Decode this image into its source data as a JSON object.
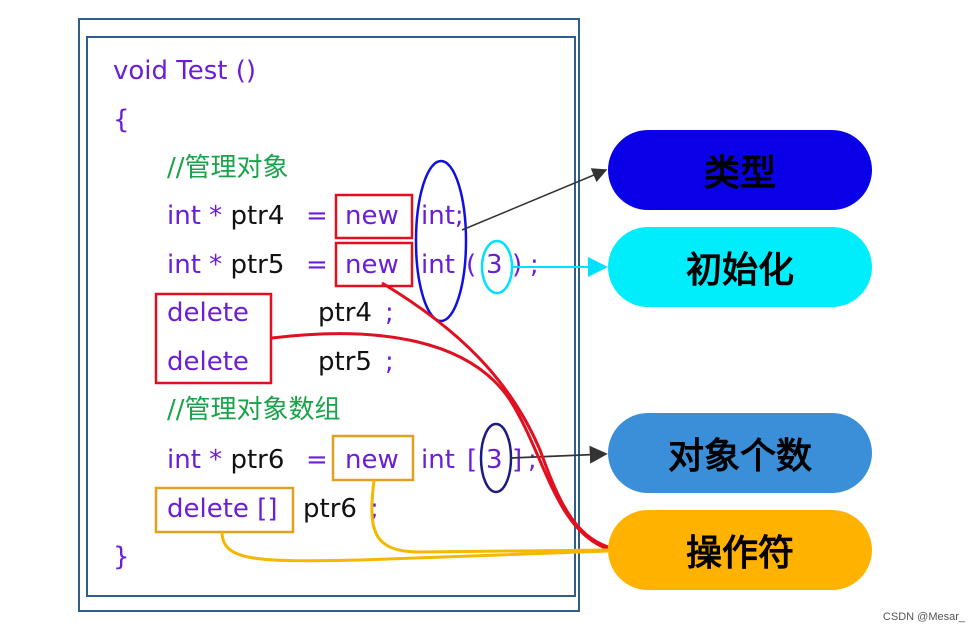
{
  "code": {
    "line1": {
      "kw": "void",
      "name": "Test",
      "parens": "()"
    },
    "open_brace": "{",
    "comment1": "//管理对象",
    "line_ptr4": {
      "type": "int",
      "star": "*",
      "var": "ptr4",
      "eq": "=",
      "op": "new",
      "t": "int;"
    },
    "line_ptr5": {
      "type": "int",
      "star": "*",
      "var": "ptr5",
      "eq": "=",
      "op": "new",
      "t": "int",
      "lp": "(",
      "val": "3",
      "rp": ")",
      "semi": ";"
    },
    "del4": {
      "op": "delete",
      "var": "ptr4",
      "semi": ";"
    },
    "del5": {
      "op": "delete",
      "var": "ptr5",
      "semi": ";"
    },
    "comment2": "//管理对象数组",
    "line_ptr6": {
      "type": "int",
      "star": "*",
      "var": "ptr6",
      "eq": "=",
      "op": "new",
      "t": "int",
      "lb": "[",
      "val": "3",
      "rb": "]",
      "semi": ";"
    },
    "del6": {
      "op": "delete []",
      "var": "ptr6",
      "semi": ";"
    },
    "close_brace": "}"
  },
  "labels": {
    "type": "类型",
    "init": "初始化",
    "count": "对象个数",
    "operator": "操作符"
  },
  "colors": {
    "type_pill": "#0a00e8",
    "init_pill": "#00eefc",
    "count_pill": "#3a8fd8",
    "operator_pill": "#ffb300",
    "red_box": "#e01020",
    "orange_box": "#e0a020",
    "frame": "#2e5f8a"
  },
  "credit": "CSDN @Mesar_"
}
